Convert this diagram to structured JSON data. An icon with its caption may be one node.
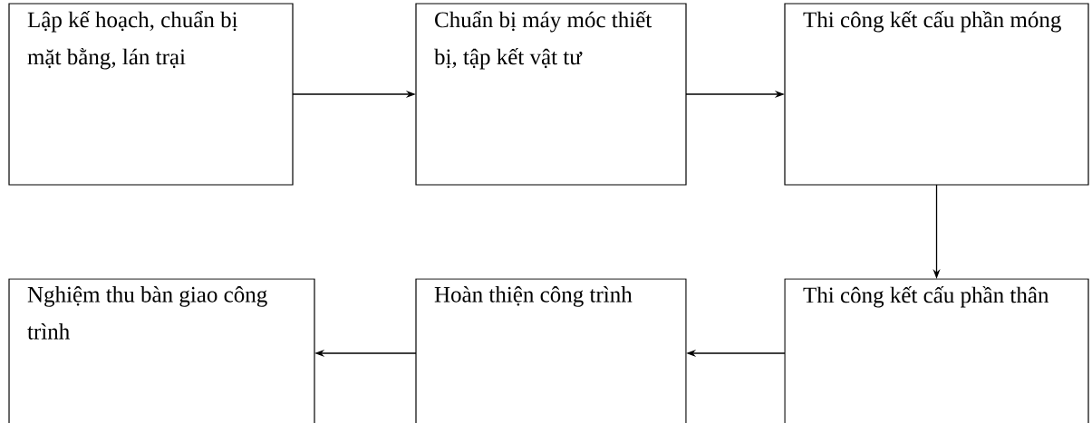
{
  "diagram": {
    "nodes": [
      {
        "text": [
          "Lập kế hoạch, chuẩn bị mặt bằng, lán trại"
        ]
      },
      {
        "text": [
          "Chuẩn bị máy móc thiết bị, tập kết vật tư"
        ]
      },
      {
        "text": [
          "Thi công kết cấu phần móng"
        ]
      },
      {
        "text": [
          "Thi công kết cấu phần thân"
        ]
      },
      {
        "text": [
          "Hoàn thiện công trình"
        ]
      },
      {
        "text": [
          "Nghiệm thu bàn giao công trình"
        ]
      }
    ],
    "edges": [
      {
        "from": 0,
        "to": 1,
        "arrow": "to"
      },
      {
        "from": 1,
        "to": 2,
        "arrow": "to"
      },
      {
        "from": 2,
        "to": 3,
        "arrow": "to"
      },
      {
        "from": 3,
        "to": 4,
        "arrow": "to"
      },
      {
        "from": 4,
        "to": 5,
        "arrow": "to"
      }
    ]
  }
}
